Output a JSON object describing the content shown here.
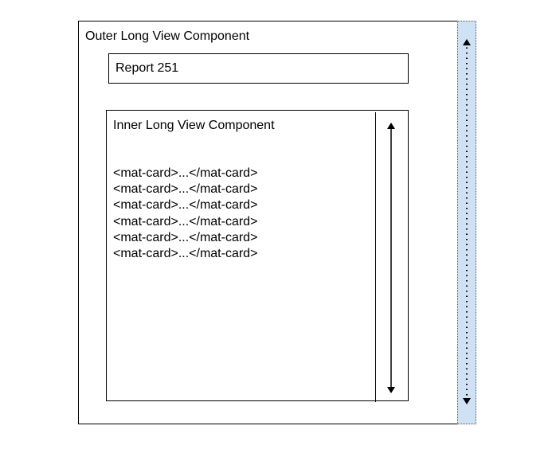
{
  "outer": {
    "title": "Outer Long View Component"
  },
  "report": {
    "label": "Report 251"
  },
  "inner": {
    "title": "Inner Long View Component",
    "cards": [
      "<mat-card>...</mat-card>",
      "<mat-card>...</mat-card>",
      "<mat-card>...</mat-card>",
      "<mat-card>...</mat-card>",
      "<mat-card>...</mat-card>",
      "<mat-card>...</mat-card>"
    ]
  },
  "colors": {
    "scroll_track": "#cfe2f3",
    "line": "#000000"
  }
}
